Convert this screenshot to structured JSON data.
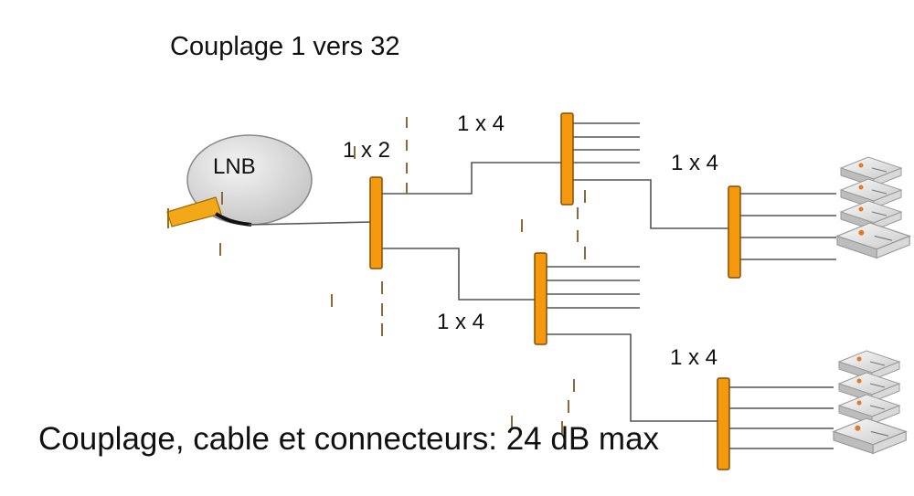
{
  "title": "Couplage 1 vers 32",
  "lnb_label": "LNB",
  "splitter_labels": {
    "level1": "1 x 2",
    "upper": "1 x 4",
    "lower": "1 x 4",
    "right_top": "1 x 4",
    "right_bottom": "1 x 4"
  },
  "footer": "Couplage, cable et connecteurs: 24 dB max",
  "colors": {
    "splitter": "#f59a0e",
    "wire": "#555555",
    "lnb_fill": "#d6d6d6"
  }
}
